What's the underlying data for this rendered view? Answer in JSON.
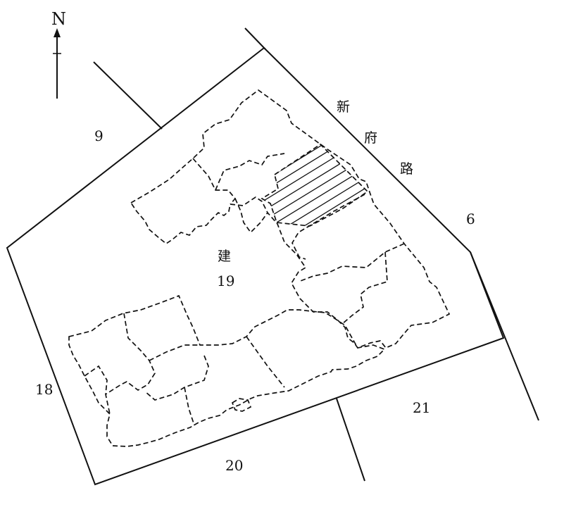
{
  "north_arrow": {
    "label": "N"
  },
  "road": {
    "chars": [
      "新",
      "府",
      "路"
    ]
  },
  "parcels": {
    "p9": "9",
    "p6": "6",
    "p18": "18",
    "p19_char": "建",
    "p19": "19",
    "p20": "20",
    "p21": "21"
  },
  "colors": {
    "ink": "#111111",
    "background": "#ffffff"
  },
  "icons": {
    "north_arrow": "north-arrow-icon",
    "hatched_area": "hatched-building-area"
  }
}
